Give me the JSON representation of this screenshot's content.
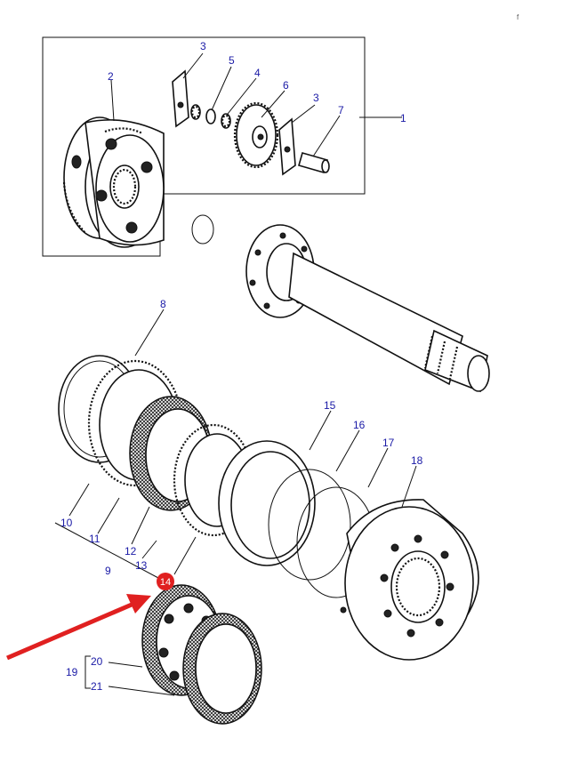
{
  "corner_mark": "f",
  "callouts": {
    "c1": "1",
    "c2": "2",
    "c3a": "3",
    "c3b": "3",
    "c4": "4",
    "c5": "5",
    "c6": "6",
    "c7": "7",
    "c8": "8",
    "c9": "9",
    "c10": "10",
    "c11": "11",
    "c12": "12",
    "c13": "13",
    "c14": "14",
    "c15": "15",
    "c16": "16",
    "c17": "17",
    "c18": "18",
    "c19": "19",
    "c20": "20",
    "c21": "21"
  },
  "colors": {
    "callout_text": "#1a1aa6",
    "highlight": "#e02020",
    "line": "#111111"
  },
  "highlighted_part": "14"
}
